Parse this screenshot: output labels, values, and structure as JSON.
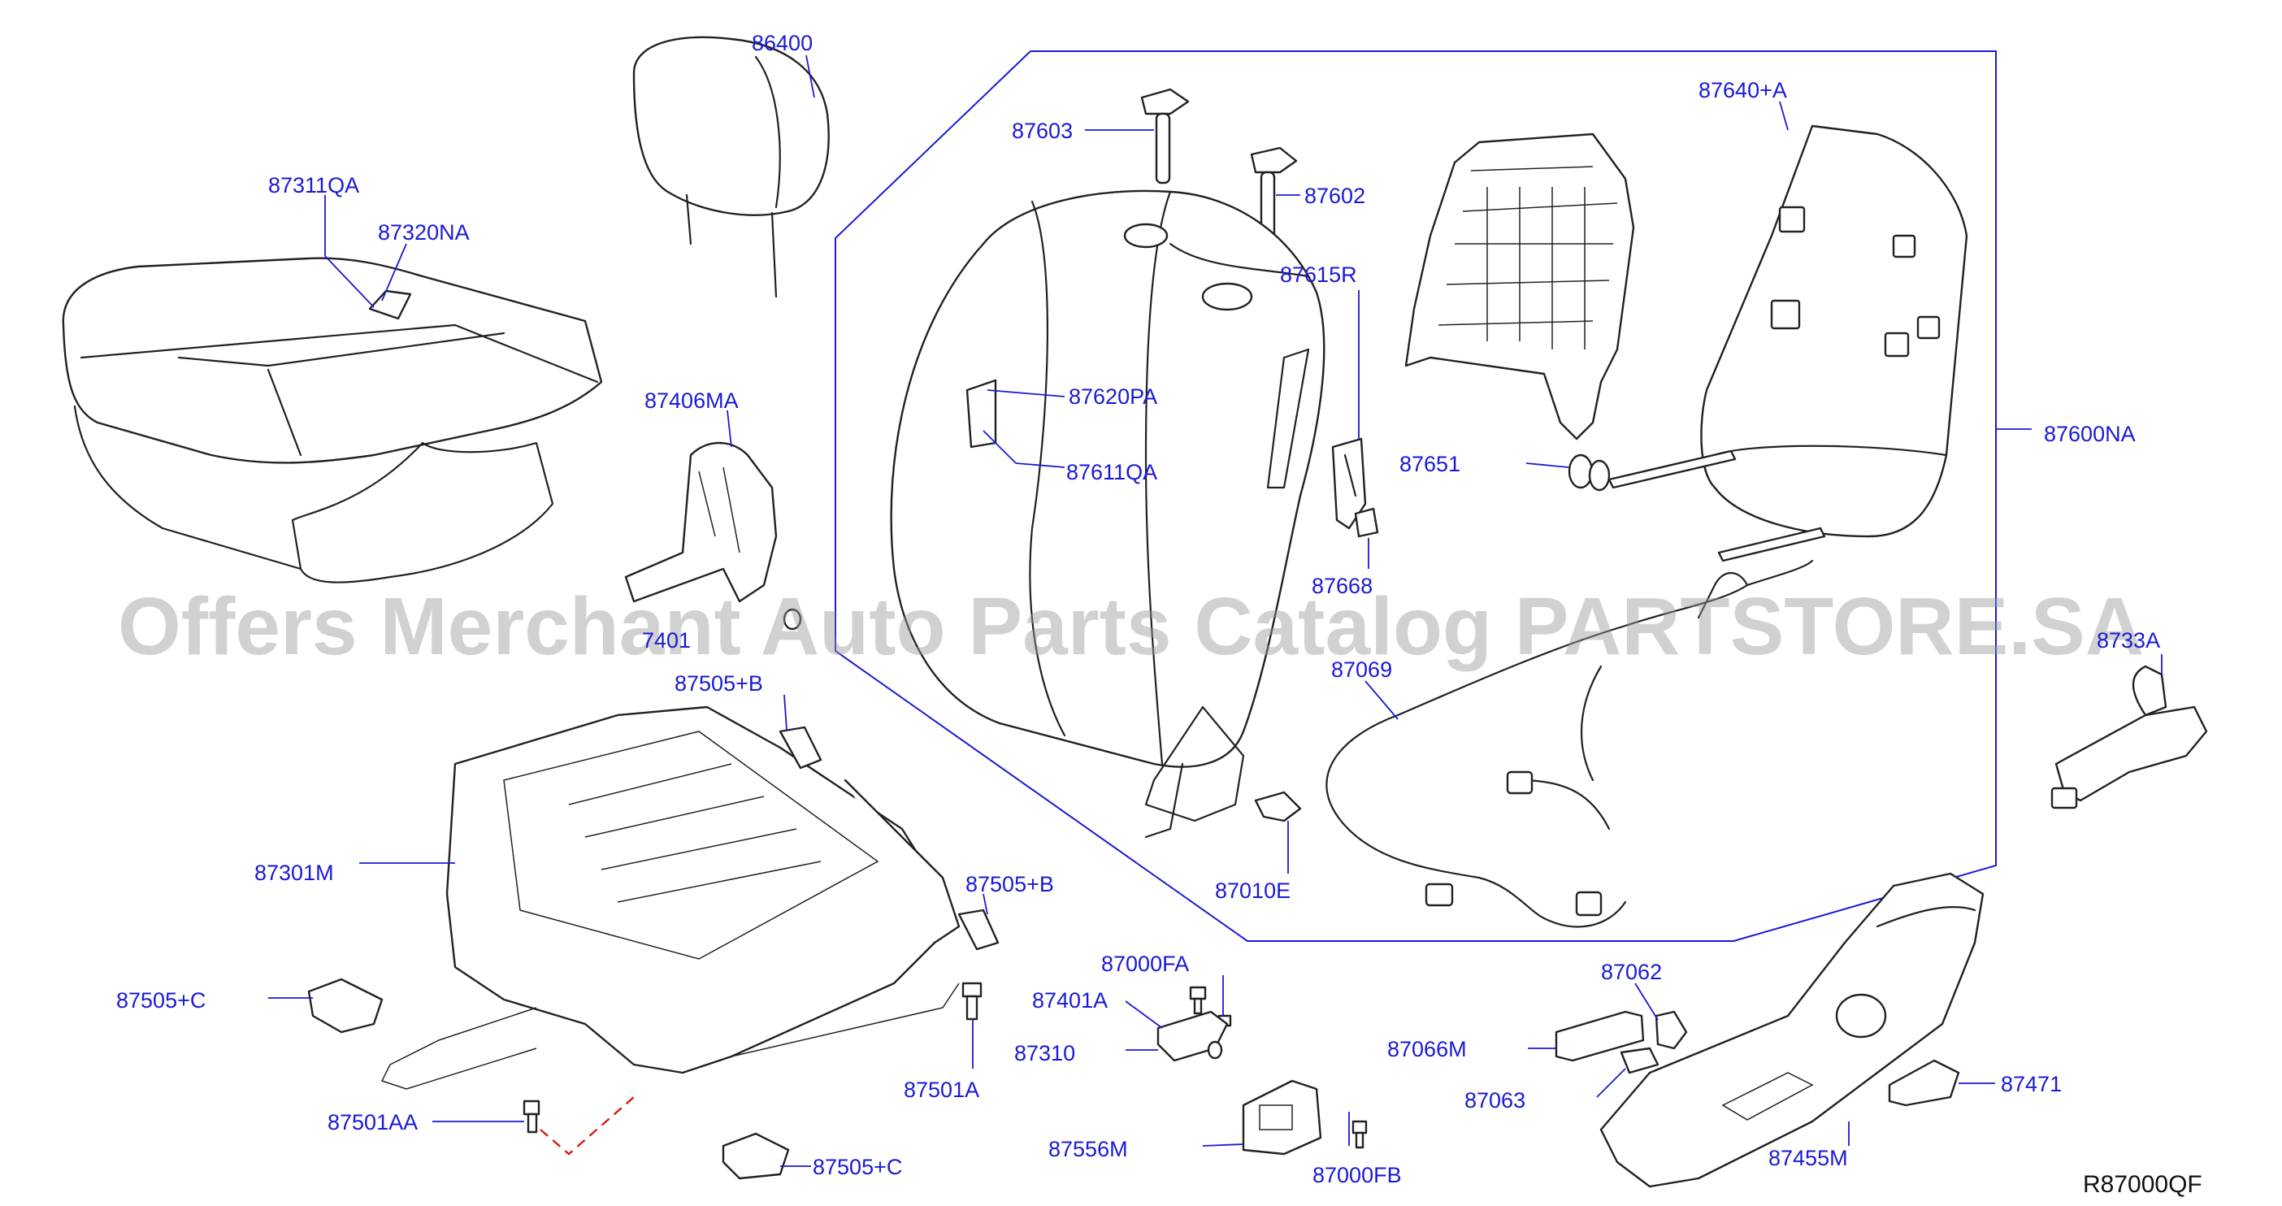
{
  "watermark": "Offers Merchant Auto Parts Catalog PARTSTORE.SA",
  "diagram_id": "R87000QF",
  "parts": {
    "p86400": "86400",
    "p87311QA": "87311QA",
    "p87320NA": "87320NA",
    "p87603": "87603",
    "p87602": "87602",
    "p87640A": "87640+A",
    "p87615R": "87615R",
    "p87620PA": "87620PA",
    "p87611QA": "87611QA",
    "p87651": "87651",
    "p87600NA": "87600NA",
    "p87406MA": "87406MA",
    "p87668": "87668",
    "p874xx_obscured": "7401",
    "p873xx_obscured": "8733A",
    "p87505B_top": "87505+B",
    "p87069": "87069",
    "p87301M": "87301M",
    "p87505B_mid": "87505+B",
    "p87010E": "87010E",
    "p87505C_left": "87505+C",
    "p87000FA": "87000FA",
    "p87062": "87062",
    "p87401A": "87401A",
    "p87310": "87310",
    "p87066M": "87066M",
    "p87471": "87471",
    "p87501A": "87501A",
    "p87063": "87063",
    "p87501AA": "87501AA",
    "p87556M": "87556M",
    "p87455M": "87455M",
    "p87505C_bottom": "87505+C",
    "p87000FB": "87000FB"
  }
}
